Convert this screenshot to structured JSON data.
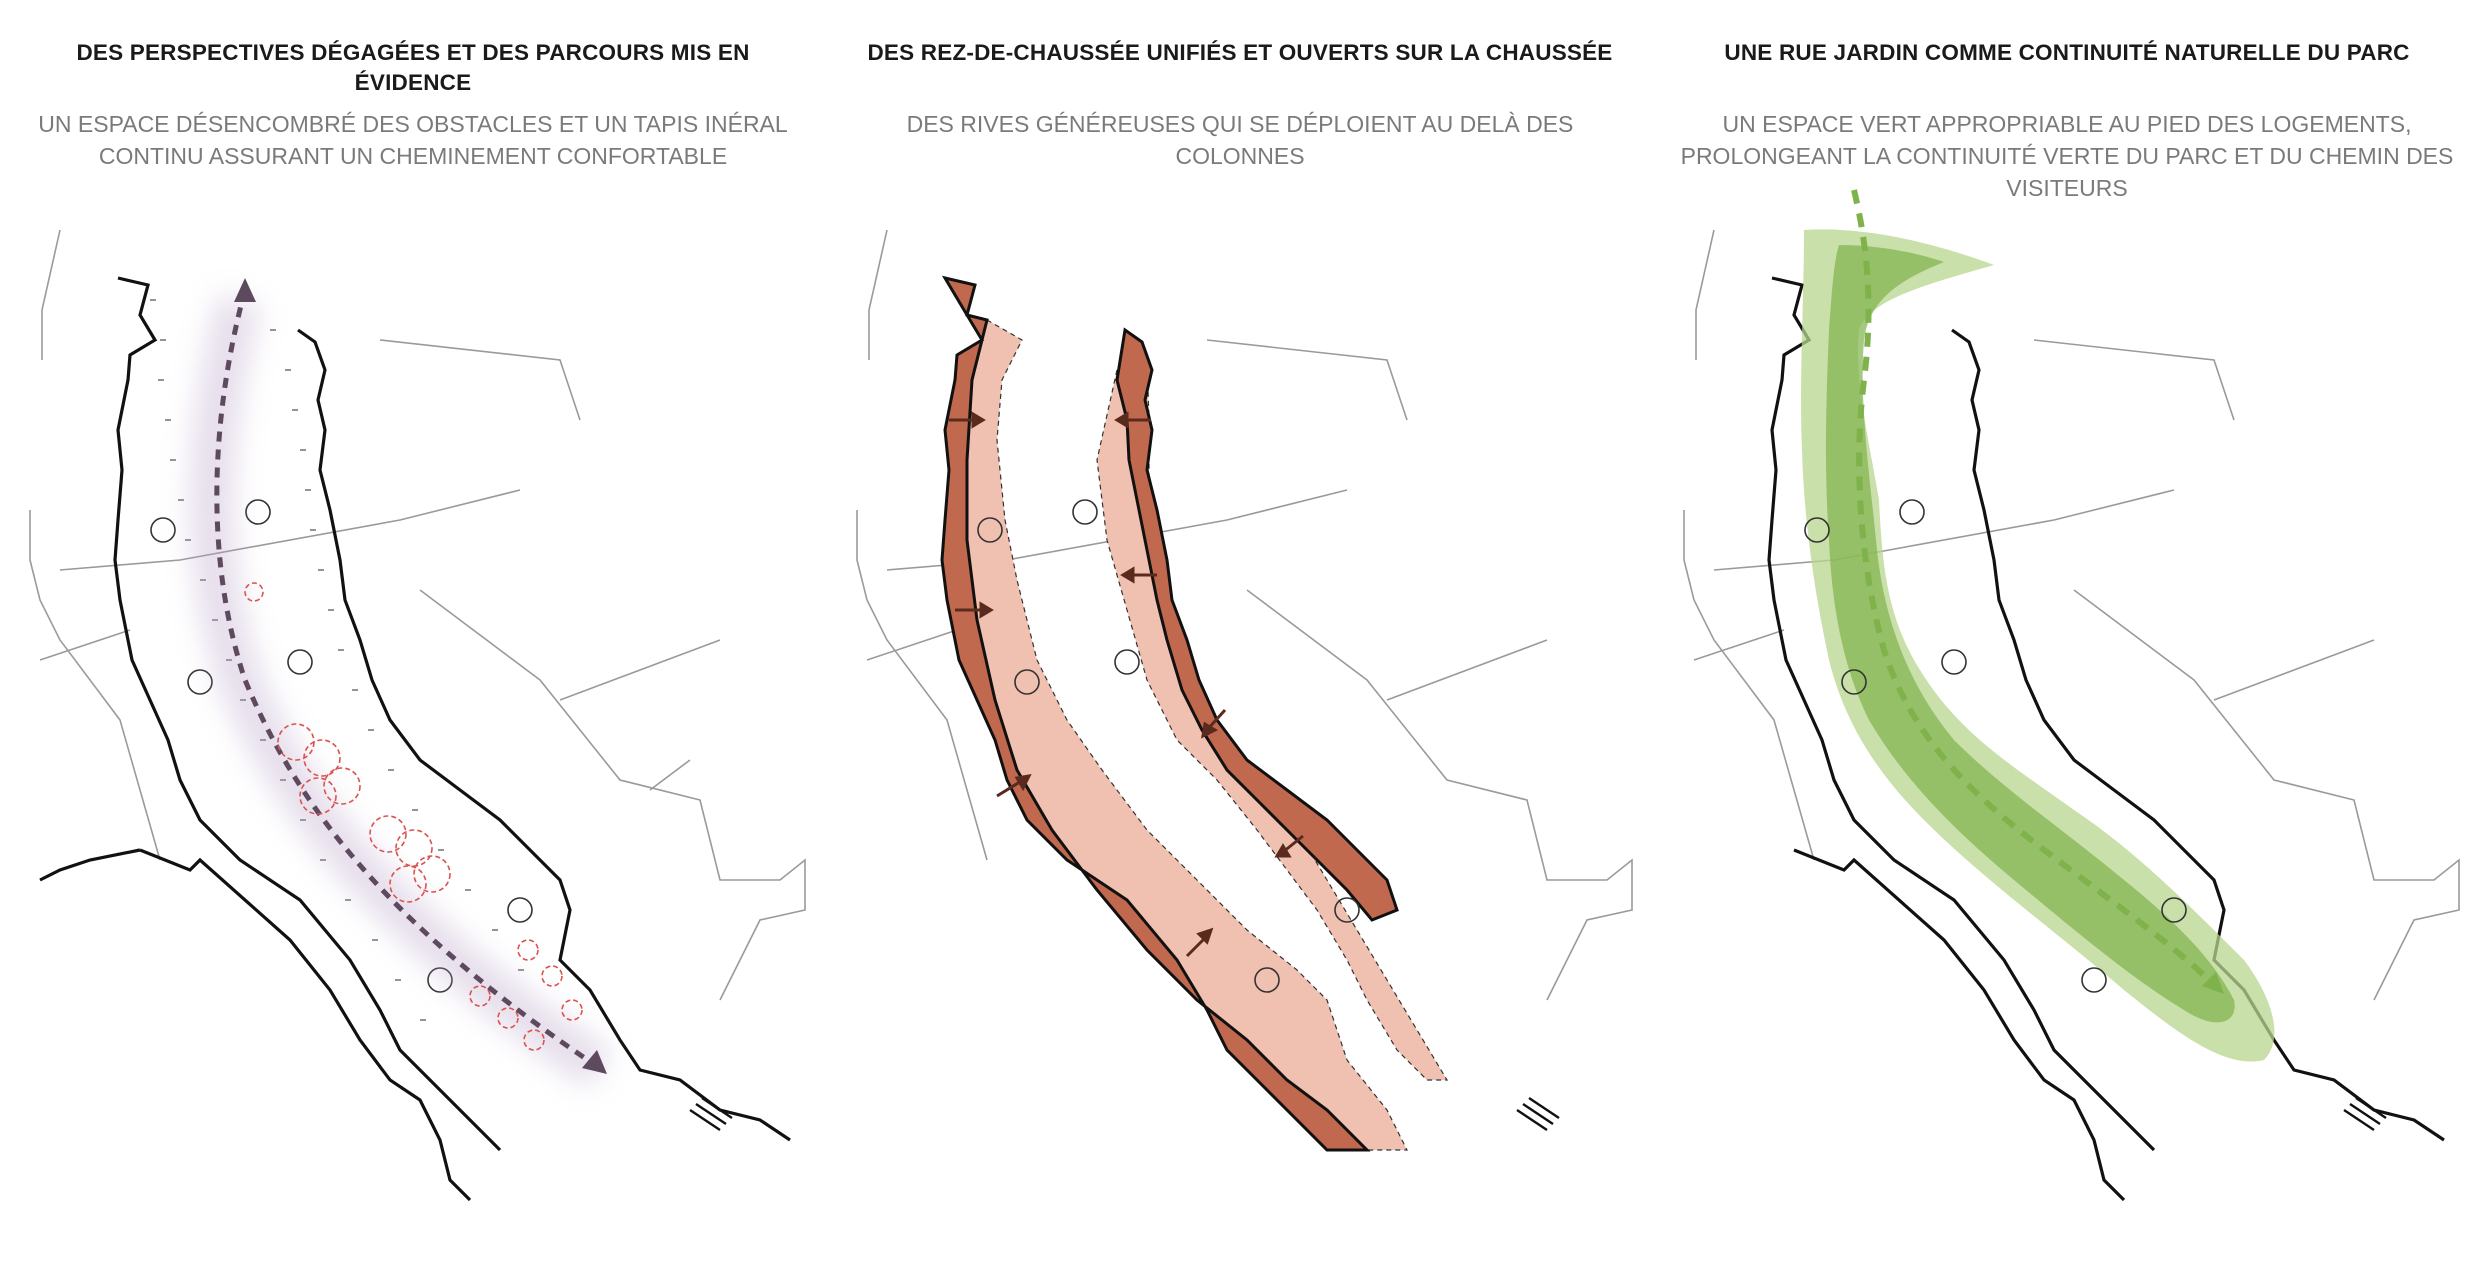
{
  "panels": [
    {
      "title": "DES PERSPECTIVES DÉGAGÉES ET DES PARCOURS MIS EN ÉVIDENCE",
      "subtitle": "UN ESPACE DÉSENCOMBRÉ DES OBSTACLES ET UN TAPIS INÉRAL CONTINU ASSURANT UN CHEMINEMENT CONFORTABLE",
      "accent": "#5e4a5e"
    },
    {
      "title": "DES REZ-DE-CHAUSSÉE UNIFIÉS ET OUVERTS SUR LA CHAUSSÉE",
      "subtitle": "DES RIVES GÉNÉREUSES QUI SE DÉPLOIENT AU DELÀ DES COLONNES",
      "accent": "#c0694f"
    },
    {
      "title": "UNE RUE JARDIN COMME CONTINUITÉ NATURELLE DU PARC",
      "subtitle": "UN ESPACE VERT APPROPRIABLE AU PIED DES LOGEMENTS, PROLONGEANT LA CONTINUITÉ VERTE DU PARC ET DU CHEMIN DES VISITEURS",
      "accent": "#7fb24a"
    }
  ],
  "colors": {
    "line": "#111111",
    "light_line": "#9a9a9a",
    "trees": "#d9534f",
    "rive_dark": "#c0694f",
    "rive_light": "#f0c0b0",
    "green_light": "#b7d68e",
    "green_dark": "#7fb24a"
  }
}
